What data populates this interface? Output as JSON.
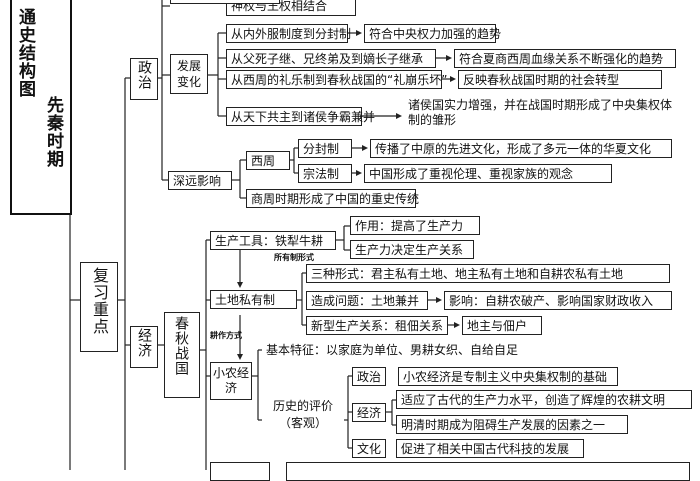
{
  "title": {
    "main": "通史结构图",
    "sub": "先秦时期"
  },
  "top_item": "神权与王权相结合",
  "review": "复习重点",
  "politics": {
    "label": "政治",
    "development": {
      "label": "发展变化",
      "rows": [
        {
          "change": "从内外服制度到分封制",
          "result": "符合中央权力加强的趋势"
        },
        {
          "change": "从父死子继、兄终弟及到嫡长子继承",
          "result": "符合夏商西周血缘关系不断强化的趋势"
        },
        {
          "change": "从西周的礼乐制到春秋战国的“礼崩乐坏”",
          "result": "反映春秋战国时期的社会转型"
        },
        {
          "change": "从天下共主到诸侯争霸兼并",
          "result": "诸侯国实力增强，并在战国时期形成了中央集权体制的雏形"
        }
      ]
    },
    "influence": {
      "label": "深远影响",
      "western_zhou": "西周",
      "items": [
        {
          "name": "分封制",
          "effect": "传播了中原的先进文化，形成了多元一体的华夏文化"
        },
        {
          "name": "宗法制",
          "effect": "中国形成了重视伦理、重视家族的观念"
        }
      ],
      "shang_zhou": "商周时期形成了中国的重史传统"
    }
  },
  "economy": {
    "label": "经济",
    "period": "春秋战国",
    "tools": {
      "label": "生产工具：铁犁牛耕",
      "effects": [
        "作用：提高了生产力",
        "生产力决定生产关系"
      ]
    },
    "ownership_note": "所有制形式",
    "land": {
      "label": "土地私有制",
      "forms": "三种形式：君主私有土地、地主私有土地和自耕农私有土地",
      "problem": "造成问题：土地兼并",
      "impact": "影响：自耕农破产、影响国家财政收入",
      "new_relation": "新型生产关系：租佃关系",
      "relation_parties": "地主与佃户"
    },
    "operation_note": "耕作方式",
    "small_farm": {
      "label": "小农经济",
      "feature": "基本特征：以家庭为单位、男耕女织、自给自足",
      "evaluation_label": "历史的评价（客观）",
      "evaluations": [
        {
          "aspect": "政治",
          "texts": [
            "小农经济是专制主义中央集权制的基础"
          ]
        },
        {
          "aspect": "经济",
          "texts": [
            "适应了古代的生产力水平，创造了辉煌的农耕文明",
            "明清时期成为阻碍生产发展的因素之一"
          ]
        },
        {
          "aspect": "文化",
          "texts": [
            "促进了相关中国古代科技的发展"
          ]
        }
      ]
    }
  }
}
